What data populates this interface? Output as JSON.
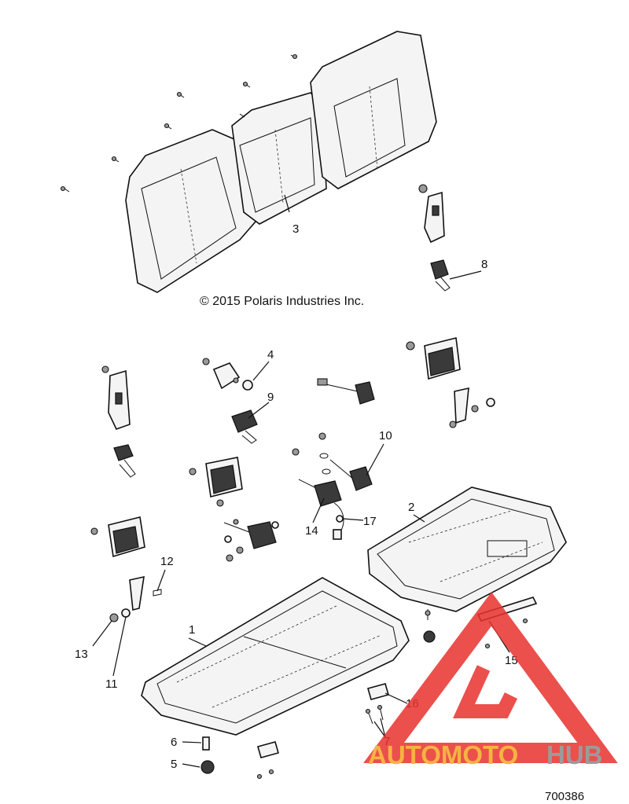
{
  "copyright": "© 2015 Polaris Industries Inc.",
  "doc_number": "700386",
  "watermark": {
    "brand_a": "AUTOMOTO",
    "brand_b": "HUB",
    "color_a": "#f5a623",
    "color_b": "#8a8a8a",
    "triangle_color": "#e8322d"
  },
  "callouts": [
    "1",
    "2",
    "3",
    "4",
    "5",
    "6",
    "7",
    "8",
    "9",
    "10",
    "11",
    "12",
    "13",
    "14",
    "15",
    "16",
    "17"
  ]
}
